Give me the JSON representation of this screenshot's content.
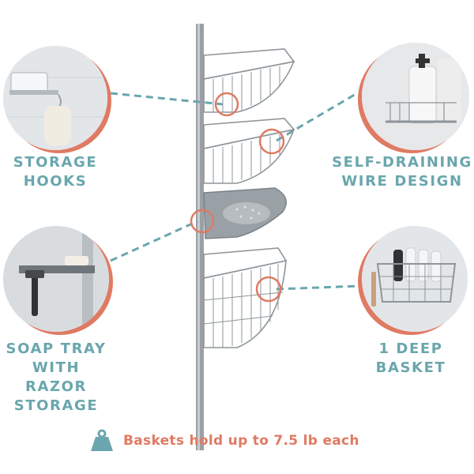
{
  "features": {
    "storage_hooks": "STORAGE\nHOOKS",
    "self_draining": "SELF-DRAINING\nWIRE DESIGN",
    "soap_tray": "SOAP TRAY\nWITH RAZOR\nSTORAGE",
    "deep_basket": "1 DEEP\nBASKET"
  },
  "weight_note": "Baskets hold up to 7.5 lb each",
  "colors": {
    "teal": "#6aa6ad",
    "coral": "#e07a63",
    "chrome": "#9aa1a6"
  },
  "icons": {
    "weight": "weight-icon"
  }
}
